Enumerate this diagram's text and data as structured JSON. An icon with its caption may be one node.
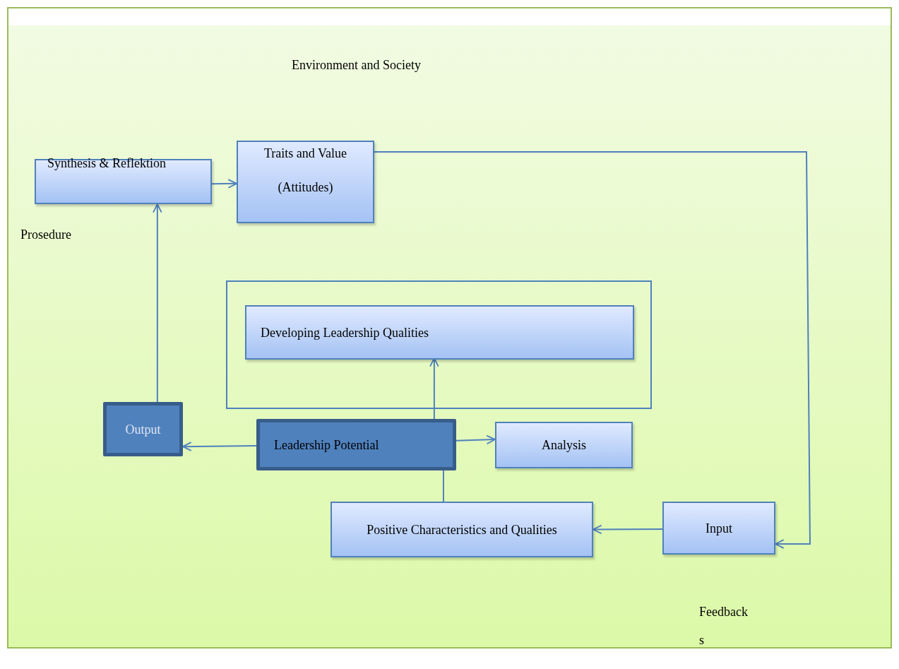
{
  "diagram": {
    "nodes": [
      {
        "text": [
          "Synthesis  & Reflektion"
        ]
      },
      {
        "text": [
          "Traits and Value (Attitudes)"
        ]
      },
      {
        "text": [],
        "shape": "box"
      },
      {
        "text": [
          "Developing Leadership Qualities"
        ],
        "in": 2
      },
      {
        "text": [
          "Output"
        ]
      },
      {
        "text": [
          "Leadership Potential"
        ]
      },
      {
        "text": [
          "Analysis"
        ]
      },
      {
        "text": [
          "Positive Characteristics and Qualities"
        ]
      },
      {
        "text": [
          "Input"
        ]
      }
    ],
    "edges": [
      {
        "from": 0,
        "to": 1,
        "arrow": "to"
      },
      {
        "from": 4,
        "to": 0,
        "arrow": "to"
      },
      {
        "from": 5,
        "to": 4,
        "arrow": "to"
      },
      {
        "from": 5,
        "to": 6,
        "arrow": "to"
      },
      {
        "from": 7,
        "to": 5,
        "arrow": "none"
      },
      {
        "from": 8,
        "to": 7,
        "arrow": "to"
      },
      {
        "from": 1,
        "to": 8,
        "arrow": "to"
      },
      {
        "from": 5,
        "to": 3,
        "arrow": "to"
      }
    ],
    "labels": [
      "Environment and Society",
      "Prosedure",
      "Feedback s"
    ]
  }
}
